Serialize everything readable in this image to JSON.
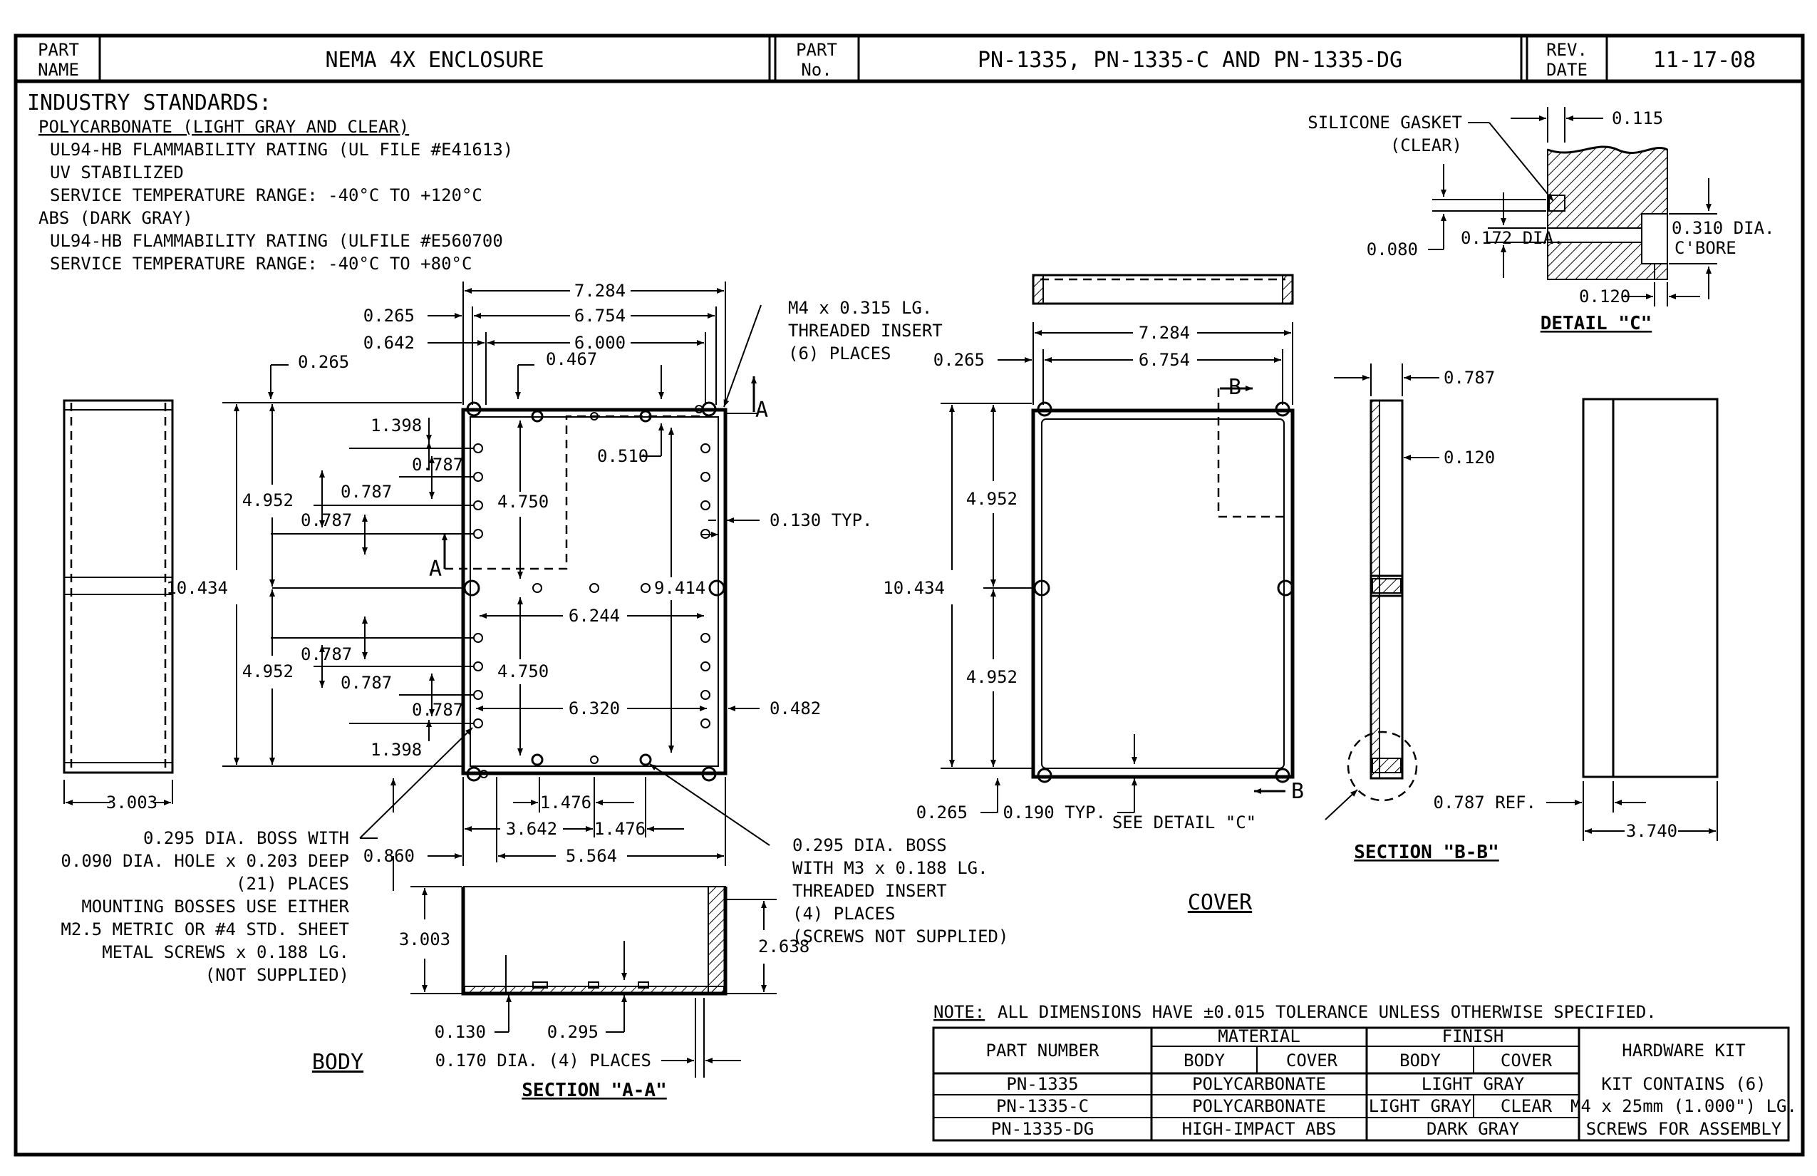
{
  "title_block": {
    "part_name_label": "PART NAME",
    "part_name": "NEMA 4X ENCLOSURE",
    "part_no_label": "PART No.",
    "part_no": "PN-1335, PN-1335-C AND PN-1335-DG",
    "rev_date_label": "REV. DATE",
    "rev_date": "11-17-08"
  },
  "standards": {
    "heading": "INDUSTRY STANDARDS:",
    "lines": [
      "POLYCARBONATE (LIGHT GRAY AND CLEAR)",
      "UL94-HB FLAMMABILITY RATING (UL FILE #E41613)",
      "UV STABILIZED",
      "SERVICE TEMPERATURE RANGE: -40°C TO +120°C",
      "ABS (DARK GRAY)",
      "UL94-HB FLAMMABILITY RATING (ULFILE #E560700",
      "SERVICE TEMPERATURE RANGE: -40°C TO +80°C"
    ]
  },
  "body_view": {
    "dims": {
      "w_outer": "7.284",
      "w_inner": "6.754",
      "w_holes": "6.000",
      "d0265a": "0.265",
      "d0642": "0.642",
      "d0265b": "0.265",
      "d0467": "0.467",
      "d1398a": "1.398",
      "d0787a": "0.787",
      "d0787b": "0.787",
      "d0787c": "0.787",
      "d4952a": "4.952",
      "d4750a": "4.750",
      "d0510": "0.510",
      "d0130": "0.130 TYP.",
      "d10434": "10.434",
      "d9414": "9.414",
      "d6244": "6.244",
      "d0787d": "0.787",
      "d0787e": "0.787",
      "d0787f": "0.787",
      "d4952b": "4.952",
      "d4750b": "4.750",
      "d6320": "6.320",
      "d0482": "0.482",
      "d1398b": "1.398",
      "d1476a": "1.476",
      "d3642": "3.642",
      "d1476b": "1.476",
      "d5564": "5.564",
      "d0860": "0.860",
      "d3003side": "3.003"
    },
    "section_markers": {
      "a_top": "A",
      "a_left": "A"
    },
    "notes": {
      "insert": [
        "M4 x 0.315 LG.",
        "THREADED INSERT",
        "(6) PLACES"
      ],
      "boss_left": [
        "0.295 DIA. BOSS WITH",
        "0.090 DIA. HOLE x 0.203 DEEP",
        "(21) PLACES",
        "MOUNTING BOSSES USE EITHER",
        "M2.5 METRIC OR #4 STD. SHEET",
        "METAL SCREWS x 0.188 LG.",
        "(NOT SUPPLIED)"
      ],
      "boss_right": [
        "0.295 DIA. BOSS",
        "WITH M3 x 0.188 LG.",
        "THREADED INSERT",
        "(4) PLACES",
        "(SCREWS NOT SUPPLIED)"
      ]
    },
    "label": "BODY"
  },
  "section_aa": {
    "dims": {
      "d3003": "3.003",
      "d2638": "2.638",
      "d0130": "0.130",
      "d0295": "0.295",
      "d0170": "0.170 DIA. (4) PLACES"
    },
    "label": "SECTION \"A-A\""
  },
  "cover_view": {
    "dims": {
      "w_outer": "7.284",
      "w_inner": "6.754",
      "d0265a": "0.265",
      "d4952a": "4.952",
      "d10434": "10.434",
      "d4952b": "4.952",
      "d0265b": "0.265",
      "d0190": "0.190 TYP."
    },
    "section_markers": {
      "b_top": "B",
      "b_bottom": "B"
    },
    "see_detail": "SEE DETAIL \"C\"",
    "label": "COVER"
  },
  "section_bb": {
    "dims": {
      "d0787": "0.787",
      "d0120": "0.120",
      "d0787ref": "0.787 REF.",
      "d3740": "3.740"
    },
    "label": "SECTION \"B-B\""
  },
  "detail_c": {
    "gasket": [
      "SILICONE GASKET",
      "(CLEAR)"
    ],
    "dims": {
      "d0115": "0.115",
      "d0310": "0.310 DIA.",
      "cbore": "C'BORE",
      "d0080": "0.080",
      "d0172": "0.172 DIA.",
      "d0120": "0.120"
    },
    "label": "DETAIL \"C\""
  },
  "note": {
    "label": "NOTE:",
    "text": "ALL DIMENSIONS HAVE ±0.015 TOLERANCE UNLESS OTHERWISE SPECIFIED."
  },
  "parts_table": {
    "h_part": "PART NUMBER",
    "h_material": "MATERIAL",
    "h_finish": "FINISH",
    "h_hardware": "HARDWARE KIT",
    "h_body1": "BODY",
    "h_cover1": "COVER",
    "h_body2": "BODY",
    "h_cover2": "COVER",
    "rows": [
      {
        "part": "PN-1335",
        "material": "POLYCARBONATE",
        "finish_body": "LIGHT GRAY",
        "finish_cover": ""
      },
      {
        "part": "PN-1335-C",
        "material": "POLYCARBONATE",
        "finish_body": "LIGHT GRAY",
        "finish_cover": "CLEAR"
      },
      {
        "part": "PN-1335-DG",
        "material": "HIGH-IMPACT ABS",
        "finish_body": "DARK GRAY",
        "finish_cover": ""
      }
    ],
    "finish_merged": "LIGHT GRAY",
    "finish_merged_dg": "DARK GRAY",
    "hardware_lines": [
      "KIT CONTAINS (6)",
      "M4 x 25mm (1.000\") LG.",
      "SCREWS FOR ASSEMBLY"
    ]
  }
}
